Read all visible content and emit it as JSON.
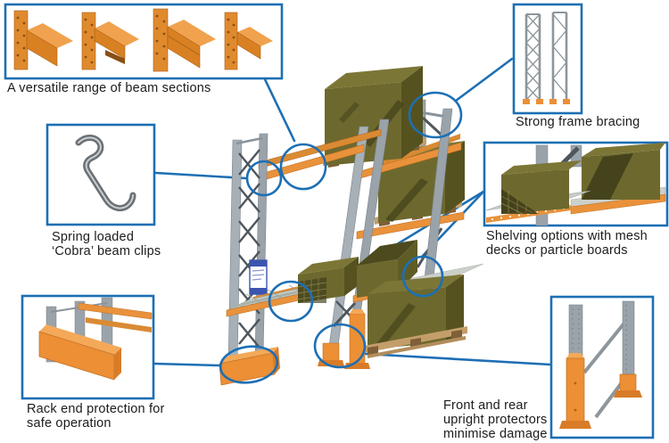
{
  "diagram": {
    "type": "annotated-illustration",
    "subject": "pallet-racking-system-features",
    "callouts": [
      {
        "id": "beam-sections",
        "label": "A versatile range of beam sections"
      },
      {
        "id": "frame-bracing",
        "label": "Strong frame bracing"
      },
      {
        "id": "cobra-clips",
        "label": "Spring loaded ‘Cobra’ beam clips"
      },
      {
        "id": "shelving-options",
        "label": "Shelving options with mesh decks or particle boards"
      },
      {
        "id": "rack-end-protection",
        "label": "Rack end protection for safe operation"
      },
      {
        "id": "upright-protectors",
        "label": "Front and rear upright protectors minimise damage"
      }
    ],
    "colors": {
      "callout_blue": "#1d6fb4",
      "beam_orange": "#e9923b",
      "beam_orange_dark": "#c06f24",
      "beam_orange_light": "#f4a959",
      "upright_grey": "#9aa3aa",
      "brace_grey": "#4e565c",
      "box_olive": "#6d692e",
      "box_olive_dark": "#55521f",
      "box_olive_top": "#7c7636",
      "pallet_tan": "#c49e6a",
      "deck_grey": "#c6ccc6",
      "text": "#1c1c1c"
    }
  }
}
